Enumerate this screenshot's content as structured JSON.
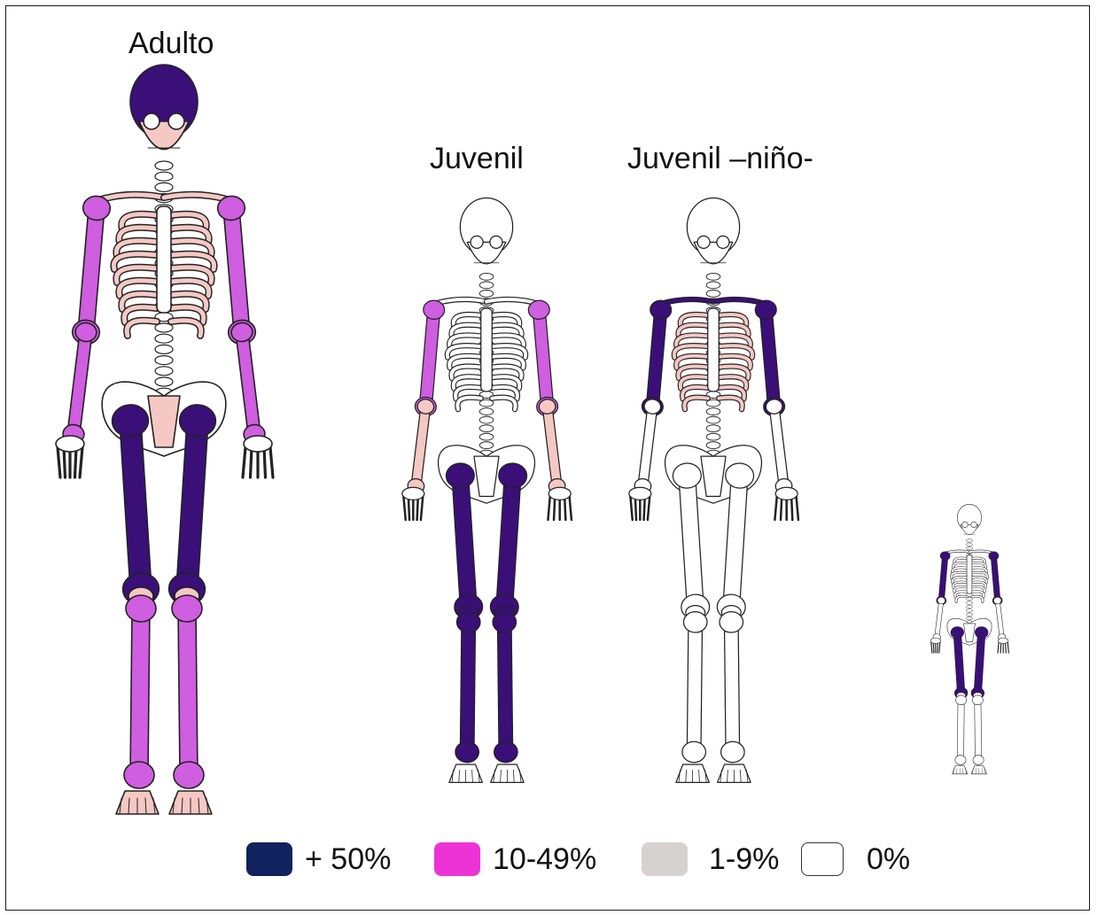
{
  "titles": {
    "adult": "Adulto",
    "juvenile": "Juvenil",
    "juvenile_child": "Juvenil –niño-"
  },
  "legend": [
    {
      "label": "+ 50%",
      "color": "#12225e"
    },
    {
      "label": "10-49%",
      "color": "#ee33d6"
    },
    {
      "label": "1-9%",
      "color": "#d6d2d2"
    },
    {
      "label": "0%",
      "color": "#ffffff"
    }
  ],
  "colors": {
    "high": "#3a0f78",
    "mid": "#cf5ee0",
    "low": "#f6c8c4",
    "none": "#ffffff",
    "outline": "#222222"
  },
  "skeletons": [
    {
      "name": "adult",
      "skull": "high",
      "face": "low",
      "ribs": "low",
      "spine": "none",
      "pelvis": "low",
      "arms_upper": "mid",
      "arms_lower": "mid",
      "hands": "none",
      "femur": "high",
      "knees": "low",
      "tibia": "mid",
      "feet": "low",
      "clavicle": "low"
    },
    {
      "name": "juvenile",
      "skull": "none",
      "face": "none",
      "ribs": "none",
      "spine": "none",
      "pelvis": "none",
      "arms_upper": "mid",
      "arms_lower": "low",
      "hands": "none",
      "femur": "high",
      "knees": "high",
      "tibia": "high",
      "feet": "none",
      "clavicle": "none"
    },
    {
      "name": "juvenile_child",
      "skull": "none",
      "face": "none",
      "ribs": "low",
      "spine": "none",
      "pelvis": "none",
      "arms_upper": "high",
      "arms_lower": "none",
      "hands": "none",
      "femur": "none",
      "knees": "none",
      "tibia": "none",
      "feet": "none",
      "clavicle": "high"
    },
    {
      "name": "infant",
      "skull": "none",
      "face": "none",
      "ribs": "none",
      "spine": "none",
      "pelvis": "none",
      "arms_upper": "high",
      "arms_lower": "none",
      "hands": "none",
      "femur": "high",
      "knees": "none",
      "tibia": "none",
      "feet": "none",
      "clavicle": "none"
    }
  ]
}
